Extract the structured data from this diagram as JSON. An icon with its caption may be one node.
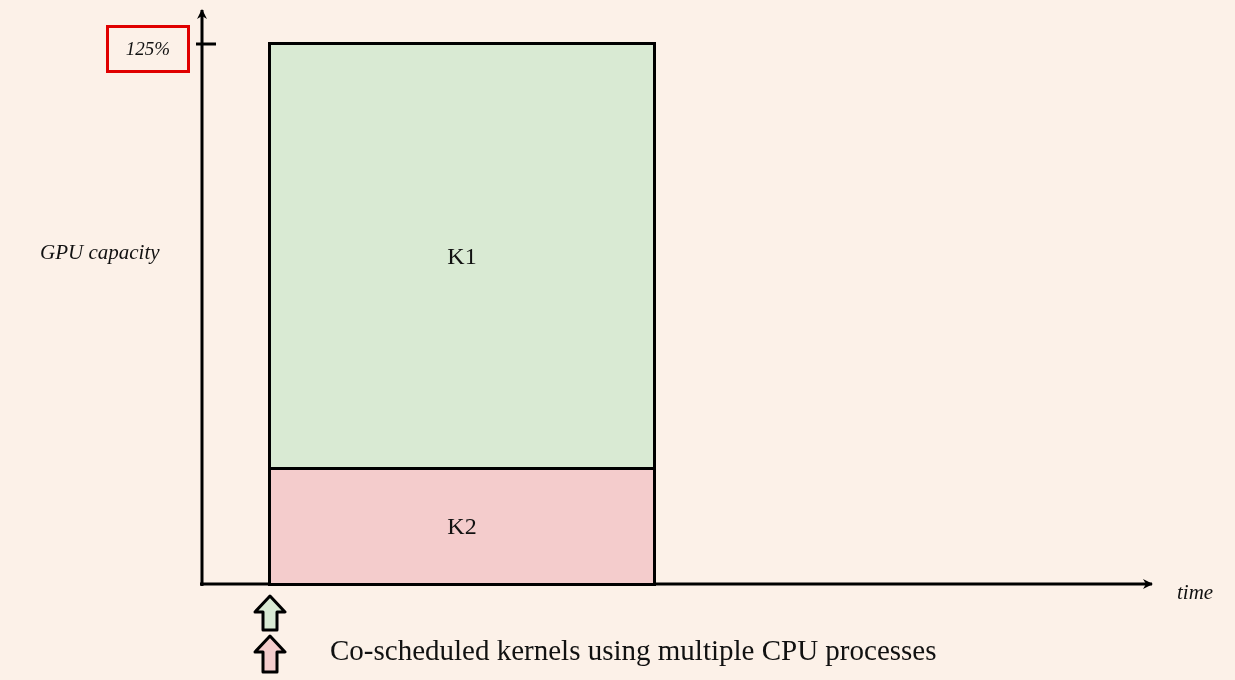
{
  "diagram": {
    "nodes": [
      {
        "text": [
          "125%"
        ]
      },
      {
        "text": [
          "K1"
        ]
      },
      {
        "text": [
          "K2"
        ]
      }
    ],
    "labels": [
      "GPU capacity",
      "time",
      "Co-scheduled kernels using multiple CPU processes"
    ]
  }
}
